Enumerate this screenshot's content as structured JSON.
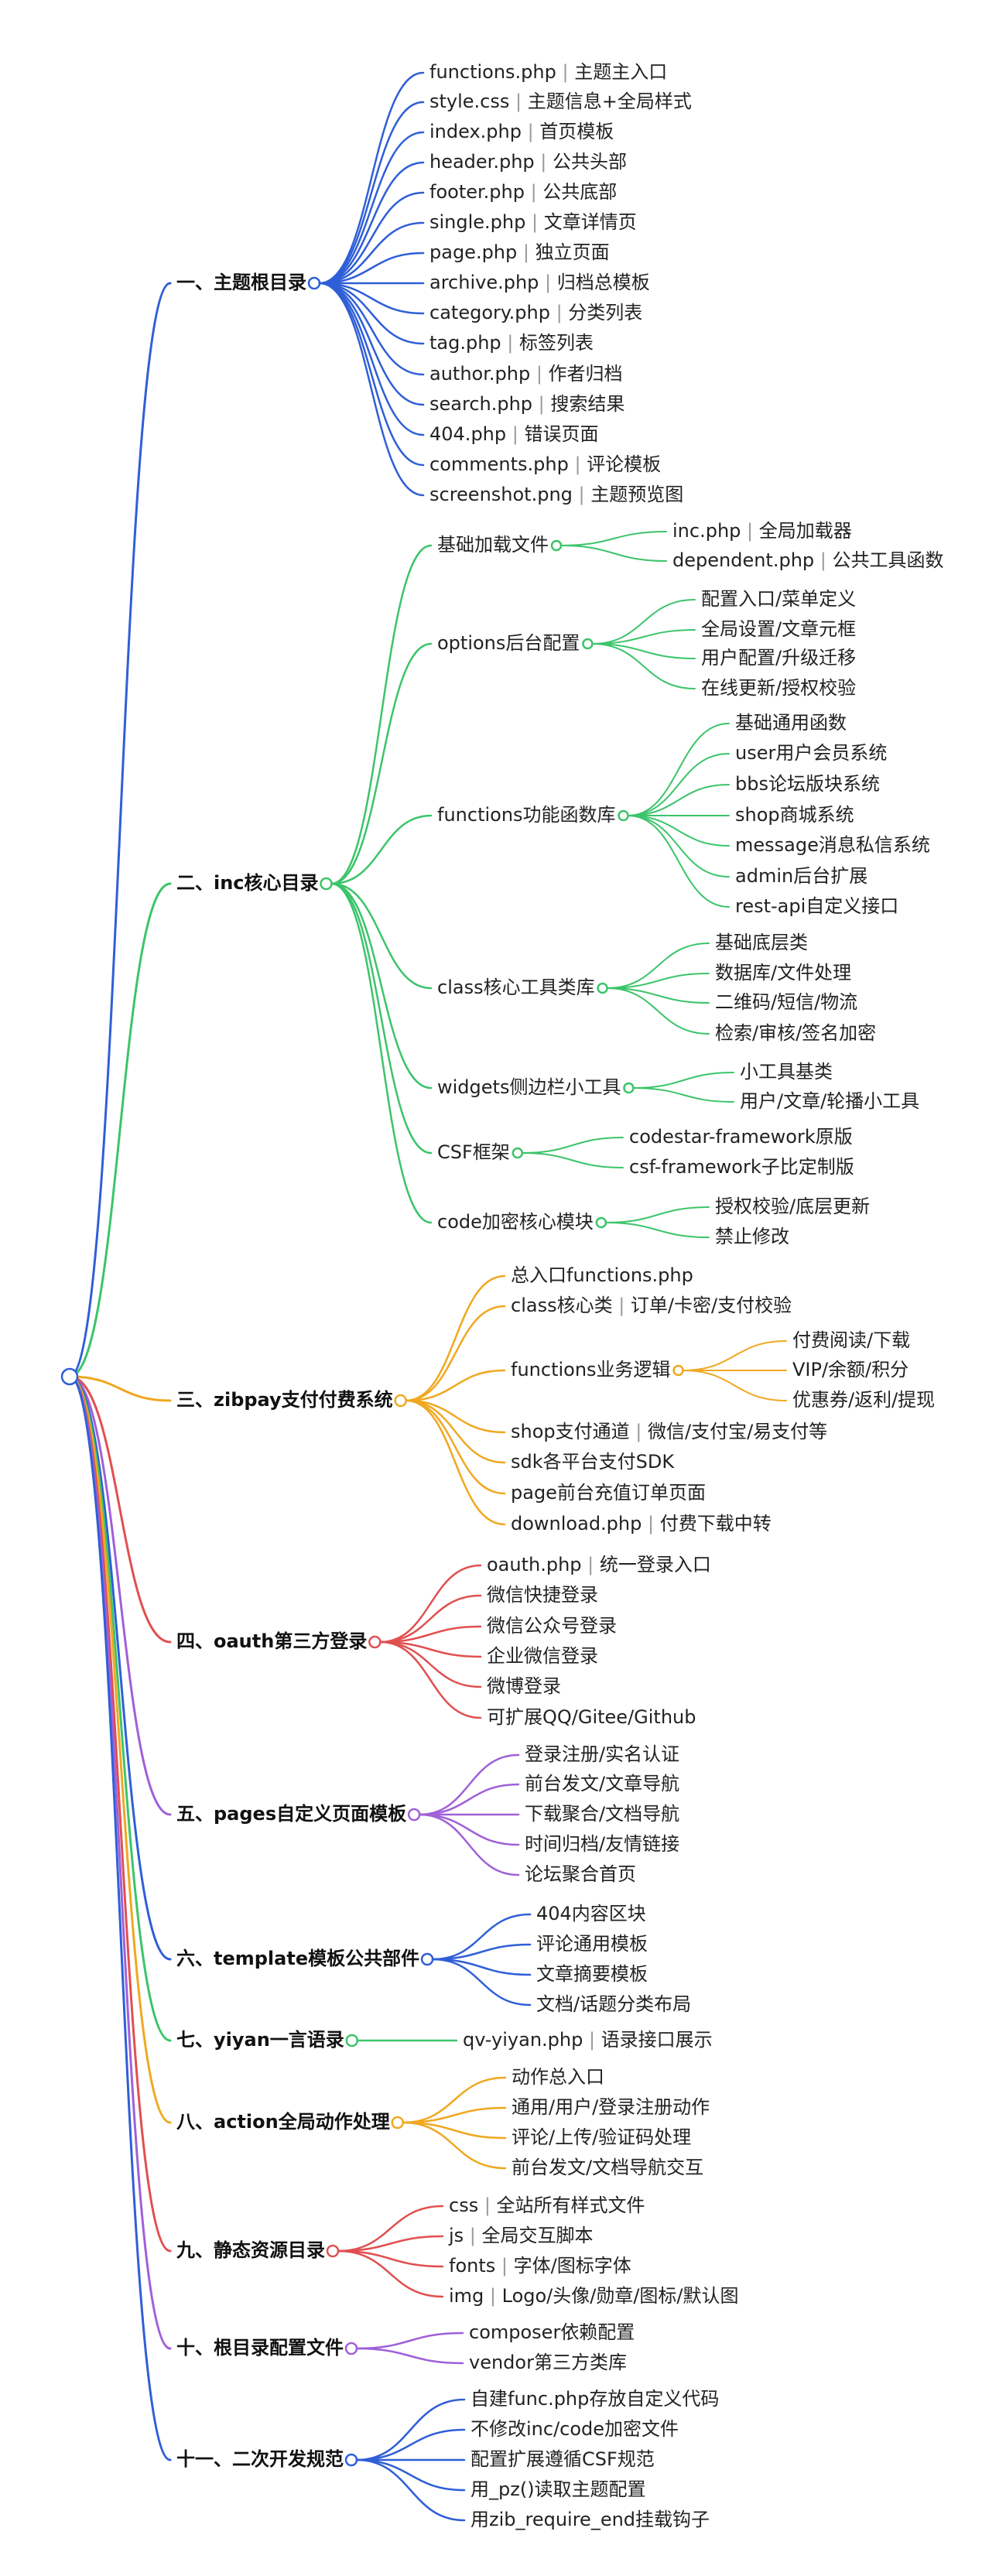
{
  "root": {
    "label": ""
  },
  "sections": [
    {
      "label": "一、主题根目录",
      "color": "#2f5fd7",
      "children": [
        {
          "label": "functions.php",
          "note": "主题主入口"
        },
        {
          "label": "style.css",
          "note": "主题信息+全局样式"
        },
        {
          "label": "index.php",
          "note": "首页模板"
        },
        {
          "label": "header.php",
          "note": "公共头部"
        },
        {
          "label": "footer.php",
          "note": "公共底部"
        },
        {
          "label": "single.php",
          "note": "文章详情页"
        },
        {
          "label": "page.php",
          "note": "独立页面"
        },
        {
          "label": "archive.php",
          "note": "归档总模板"
        },
        {
          "label": "category.php",
          "note": "分类列表"
        },
        {
          "label": "tag.php",
          "note": "标签列表"
        },
        {
          "label": "author.php",
          "note": "作者归档"
        },
        {
          "label": "search.php",
          "note": "搜索结果"
        },
        {
          "label": "404.php",
          "note": "错误页面"
        },
        {
          "label": "comments.php",
          "note": "评论模板"
        },
        {
          "label": "screenshot.png",
          "note": "主题预览图"
        }
      ]
    },
    {
      "label": "二、inc核心目录",
      "color": "#3cc46a",
      "children": [
        {
          "label": "基础加载文件",
          "children": [
            {
              "label": "inc.php",
              "note": "全局加载器"
            },
            {
              "label": "dependent.php",
              "note": "公共工具函数"
            }
          ]
        },
        {
          "label": "options后台配置",
          "children": [
            {
              "label": "配置入口/菜单定义"
            },
            {
              "label": "全局设置/文章元框"
            },
            {
              "label": "用户配置/升级迁移"
            },
            {
              "label": "在线更新/授权校验"
            }
          ]
        },
        {
          "label": "functions功能函数库",
          "children": [
            {
              "label": "基础通用函数"
            },
            {
              "label": "user用户会员系统"
            },
            {
              "label": "bbs论坛版块系统"
            },
            {
              "label": "shop商城系统"
            },
            {
              "label": "message消息私信系统"
            },
            {
              "label": "admin后台扩展"
            },
            {
              "label": "rest-api自定义接口"
            }
          ]
        },
        {
          "label": "class核心工具类库",
          "children": [
            {
              "label": "基础底层类"
            },
            {
              "label": "数据库/文件处理"
            },
            {
              "label": "二维码/短信/物流"
            },
            {
              "label": "检索/审核/签名加密"
            }
          ]
        },
        {
          "label": "widgets侧边栏小工具",
          "children": [
            {
              "label": "小工具基类"
            },
            {
              "label": "用户/文章/轮播小工具"
            }
          ]
        },
        {
          "label": "CSF框架",
          "children": [
            {
              "label": "codestar-framework原版"
            },
            {
              "label": "csf-framework子比定制版"
            }
          ]
        },
        {
          "label": "code加密核心模块",
          "children": [
            {
              "label": "授权校验/底层更新"
            },
            {
              "label": "禁止修改"
            }
          ]
        }
      ]
    },
    {
      "label": "三、zibpay支付付费系统",
      "color": "#f0a820",
      "children": [
        {
          "label": "总入口functions.php"
        },
        {
          "label": "class核心类",
          "note": "订单/卡密/支付校验"
        },
        {
          "label": "functions业务逻辑",
          "children": [
            {
              "label": "付费阅读/下载"
            },
            {
              "label": "VIP/余额/积分"
            },
            {
              "label": "优惠券/返利/提现"
            }
          ]
        },
        {
          "label": "shop支付通道",
          "note": "微信/支付宝/易支付等"
        },
        {
          "label": "sdk各平台支付SDK"
        },
        {
          "label": "page前台充值订单页面"
        },
        {
          "label": "download.php",
          "note": "付费下载中转"
        }
      ]
    },
    {
      "label": "四、oauth第三方登录",
      "color": "#e05050",
      "children": [
        {
          "label": "oauth.php",
          "note": "统一登录入口"
        },
        {
          "label": "微信快捷登录"
        },
        {
          "label": "微信公众号登录"
        },
        {
          "label": "企业微信登录"
        },
        {
          "label": "微博登录"
        },
        {
          "label": "可扩展QQ/Gitee/Github"
        }
      ]
    },
    {
      "label": "五、pages自定义页面模板",
      "color": "#a060d8",
      "children": [
        {
          "label": "登录注册/实名认证"
        },
        {
          "label": "前台发文/文章导航"
        },
        {
          "label": "下载聚合/文档导航"
        },
        {
          "label": "时间归档/友情链接"
        },
        {
          "label": "论坛聚合首页"
        }
      ]
    },
    {
      "label": "六、template模板公共部件",
      "color": "#2f5fd7",
      "children": [
        {
          "label": "404内容区块"
        },
        {
          "label": "评论通用模板"
        },
        {
          "label": "文章摘要模板"
        },
        {
          "label": "文档/话题分类布局"
        }
      ]
    },
    {
      "label": "七、yiyan一言语录",
      "color": "#3cc46a",
      "children": [
        {
          "label": "qv-yiyan.php",
          "note": "语录接口展示"
        }
      ]
    },
    {
      "label": "八、action全局动作处理",
      "color": "#f0a820",
      "children": [
        {
          "label": "动作总入口"
        },
        {
          "label": "通用/用户/登录注册动作"
        },
        {
          "label": "评论/上传/验证码处理"
        },
        {
          "label": "前台发文/文档导航交互"
        }
      ]
    },
    {
      "label": "九、静态资源目录",
      "color": "#e05050",
      "children": [
        {
          "label": "css",
          "note": "全站所有样式文件"
        },
        {
          "label": "js",
          "note": "全局交互脚本"
        },
        {
          "label": "fonts",
          "note": "字体/图标字体"
        },
        {
          "label": "img",
          "note": "Logo/头像/勋章/图标/默认图"
        }
      ]
    },
    {
      "label": "十、根目录配置文件",
      "color": "#a060d8",
      "children": [
        {
          "label": "composer依赖配置"
        },
        {
          "label": "vendor第三方类库"
        }
      ]
    },
    {
      "label": "十一、二次开发规范",
      "color": "#2f5fd7",
      "children": [
        {
          "label": "自建func.php存放自定义代码"
        },
        {
          "label": "不修改inc/code加密文件"
        },
        {
          "label": "配置扩展遵循CSF规范"
        },
        {
          "label": "用_pz()读取主题配置"
        },
        {
          "label": "用zib_require_end挂载钩子"
        }
      ]
    }
  ]
}
